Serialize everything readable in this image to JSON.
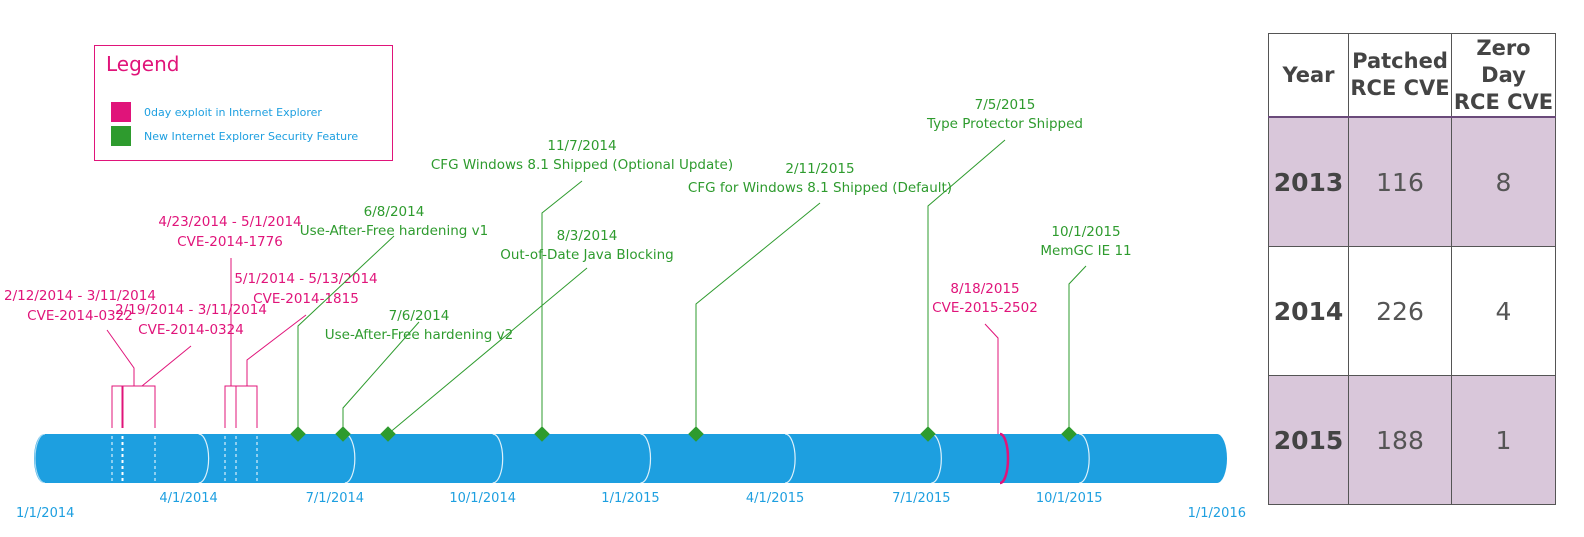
{
  "legend": {
    "title": "Legend",
    "items": [
      {
        "label": "0day exploit in Internet Explorer",
        "color": "#e0147a"
      },
      {
        "label": "New Internet Explorer Security Feature",
        "color": "#2e9b2e"
      }
    ]
  },
  "colors": {
    "bar": "#1d9fe0",
    "exploit": "#e0147a",
    "feature": "#2e9b2e"
  },
  "timeline": {
    "axis_labels": [
      "1/1/2014",
      "4/1/2014",
      "7/1/2014",
      "10/1/2014",
      "1/1/2015",
      "4/1/2015",
      "7/1/2015",
      "10/1/2015",
      "1/1/2016"
    ],
    "zero_days": [
      {
        "date": "2/12/2014 - 3/11/2014",
        "cve": "CVE-2014-0322"
      },
      {
        "date": "2/19/2014 - 3/11/2014",
        "cve": "CVE-2014-0324"
      },
      {
        "date": "4/23/2014 - 5/1/2014",
        "cve": "CVE-2014-1776"
      },
      {
        "date": "5/1/2014 - 5/13/2014",
        "cve": "CVE-2014-1815"
      },
      {
        "date": "8/18/2015",
        "cve": "CVE-2015-2502"
      }
    ],
    "features": [
      {
        "date": "6/8/2014",
        "name": "Use-After-Free hardening v1"
      },
      {
        "date": "7/6/2014",
        "name": "Use-After-Free hardening v2"
      },
      {
        "date": "8/3/2014",
        "name": "Out-of-Date Java Blocking"
      },
      {
        "date": "11/7/2014",
        "name": "CFG Windows 8.1 Shipped (Optional Update)"
      },
      {
        "date": "2/11/2015",
        "name": "CFG for Windows 8.1 Shipped (Default)"
      },
      {
        "date": "7/5/2015",
        "name": "Type Protector Shipped"
      },
      {
        "date": "10/1/2015",
        "name": "MemGC IE 11"
      }
    ]
  },
  "table": {
    "headers": [
      "Year",
      "Patched RCE CVE",
      "Zero Day RCE CVE"
    ],
    "rows": [
      {
        "year": "2013",
        "patched": "116",
        "zero_day": "8"
      },
      {
        "year": "2014",
        "patched": "226",
        "zero_day": "4"
      },
      {
        "year": "2015",
        "patched": "188",
        "zero_day": "1"
      }
    ]
  }
}
